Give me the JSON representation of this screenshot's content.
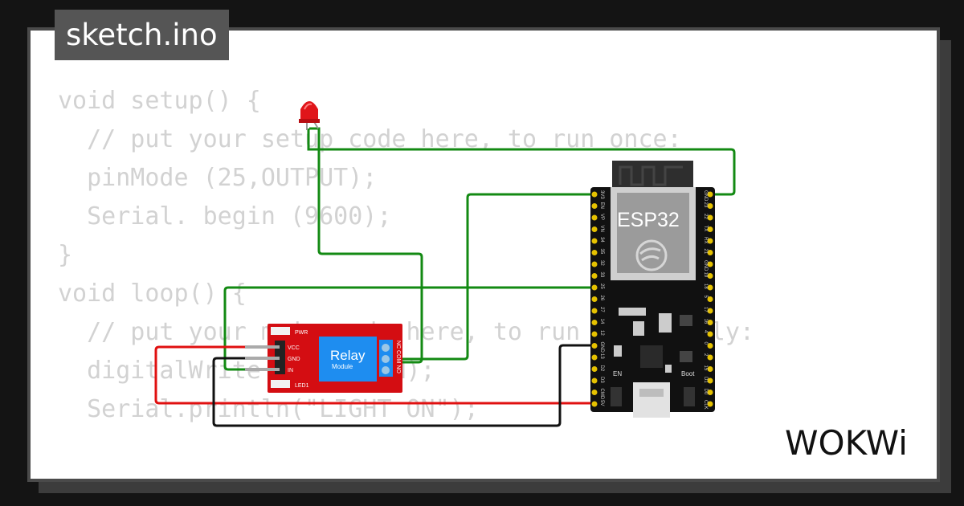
{
  "tab": {
    "title": "sketch.ino"
  },
  "code_lines": [
    "void setup() {",
    "  // put your setup code here, to run once:",
    "  pinMode (25,OUTPUT);",
    "  Serial. begin (9600);",
    "",
    "}",
    "void loop() {",
    "  // put your main code here, to run repeatedly:",
    "",
    "  digitalWrite (25, HIGH);",
    "  Serial.println(\"LIGHT ON\");"
  ],
  "relay": {
    "title": "Relay",
    "subtitle": "Module",
    "pins": [
      "VCC",
      "GND",
      "IN"
    ],
    "pwr_label": "PWR",
    "led_label": "LED1",
    "terminals": "NC COM NO"
  },
  "esp32": {
    "label": "ESP32",
    "left_pins": [
      "3V3",
      "EN",
      "VP",
      "VN",
      "34",
      "35",
      "32",
      "33",
      "25",
      "26",
      "27",
      "14",
      "12",
      "GND",
      "13",
      "D2",
      "D3",
      "CMD",
      "5V"
    ],
    "right_pins": [
      "GND",
      "23",
      "22",
      "TX",
      "RX",
      "21",
      "GND",
      "19",
      "18",
      "5",
      "17",
      "16",
      "4",
      "0",
      "2",
      "15",
      "D1",
      "D0",
      "CLK"
    ],
    "button_en": "EN",
    "button_boot": "Boot"
  },
  "brand": {
    "name": "WOKWi"
  },
  "colors": {
    "wire_green": "#138a13",
    "wire_red": "#e01010",
    "wire_black": "#111111",
    "relay_red": "#d40d12",
    "relay_blue": "#1e8df0"
  }
}
